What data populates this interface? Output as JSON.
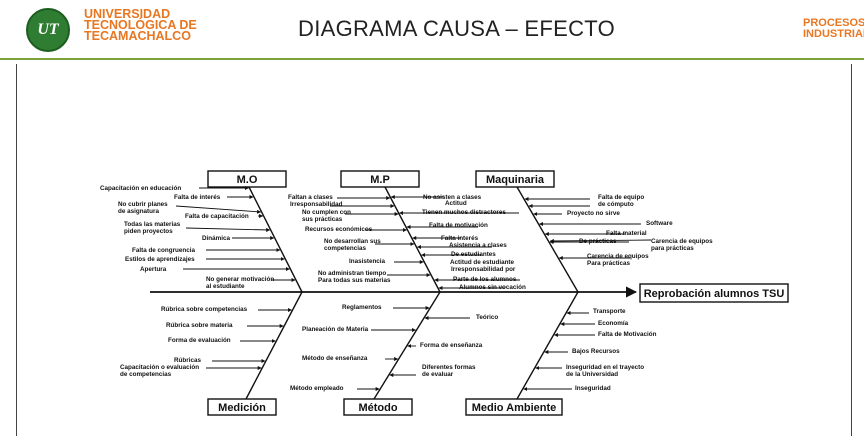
{
  "header": {
    "logo_text": "UT",
    "university": [
      "UNIVERSIDAD",
      "TECNOLÓGICA DE",
      "TECAMACHALCO"
    ],
    "title": "DIAGRAMA CAUSA – EFECTO",
    "department": [
      "PROCESOS",
      "INDUSTRIALES"
    ]
  },
  "diagram": {
    "effect": "Reprobación alumnos TSU",
    "categories": {
      "mo": {
        "name": "M.O",
        "causes": [
          [
            "Capacitación en educación"
          ],
          [
            "Falta de interés"
          ],
          [
            "No cubrir planes",
            "de asignatura"
          ],
          [
            "Falta de capacitación"
          ],
          [
            "Todas las materias",
            "piden proyectos"
          ],
          [
            "Dinámica"
          ],
          [
            "Falta de congruencia"
          ],
          [
            "Estilos de aprendizajes"
          ],
          [
            "Apertura"
          ],
          [
            "No generar motivación",
            "al estudiante"
          ]
        ]
      },
      "mp": {
        "name": "M.P",
        "causes": [
          [
            "Faltan a clases"
          ],
          [
            "Irresponsabilidad"
          ],
          [
            "No cumplen con",
            "sus prácticas"
          ],
          [
            "Recursos económicos"
          ],
          [
            "No desarrollan sus",
            "competencias"
          ],
          [
            "Inasistencia"
          ],
          [
            "No administran tiempo",
            "Para todas sus materias"
          ],
          [
            "No asisten a clases"
          ],
          [
            "Actitud"
          ],
          [
            "Tienen muchos distractores"
          ],
          [
            "Falta de motivación"
          ],
          [
            "Falta interés"
          ],
          [
            "Asistencia a clases"
          ],
          [
            "De estudiantes"
          ],
          [
            "Actitud de estudiante"
          ],
          [
            "Irresponsabilidad por"
          ],
          [
            "Parte de los alumnos"
          ],
          [
            "Alumnos sin vocación"
          ]
        ]
      },
      "maq": {
        "name": "Maquinaria",
        "causes": [
          [
            "Falta de equipo",
            "de cómputo"
          ],
          [
            "Proyecto no sirve"
          ],
          [
            "Software"
          ],
          [
            "Falta material"
          ],
          [
            "De prácticas"
          ],
          [
            "Carencia de equipos",
            "para prácticas"
          ],
          [
            "Carencia de equipos",
            "Para prácticas"
          ]
        ]
      },
      "med": {
        "name": "Medición",
        "causes": [
          [
            "Rúbrica sobre competencias"
          ],
          [
            "Rúbrica sobre materia"
          ],
          [
            "Forma de evaluación"
          ],
          [
            "Rúbricas"
          ],
          [
            "Capacitación o evaluación",
            "de competencias"
          ]
        ]
      },
      "met": {
        "name": "Método",
        "causes": [
          [
            "Reglamentos"
          ],
          [
            "Teórico"
          ],
          [
            "Planeación de Materia"
          ],
          [
            "Forma de enseñanza"
          ],
          [
            "Método de enseñanza"
          ],
          [
            "Diferentes formas",
            "de evaluar"
          ],
          [
            "Método empleado"
          ]
        ]
      },
      "amb": {
        "name": "Medio Ambiente",
        "causes": [
          [
            "Transporte"
          ],
          [
            "Economía"
          ],
          [
            "Falta de Motivación"
          ],
          [
            "Bajos Recursos"
          ],
          [
            "Inseguridad en el trayecto",
            "de la Universidad"
          ],
          [
            "Inseguridad"
          ]
        ]
      }
    }
  }
}
